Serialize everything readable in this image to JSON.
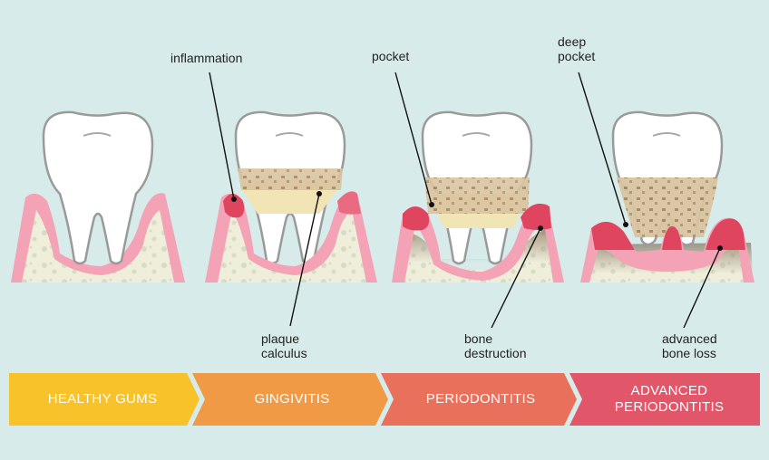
{
  "labels": {
    "inflammation": "inflammation",
    "plaque_calculus": "plaque\ncalculus",
    "pocket": "pocket",
    "bone_destruction": "bone\ndestruction",
    "deep_pocket": "deep\npocket",
    "advanced_bone_loss": "advanced\nbone loss"
  },
  "stages": [
    {
      "label": "HEALTHY GUMS",
      "color": "#f7c22a"
    },
    {
      "label": "GINGIVITIS",
      "color": "#f09a45"
    },
    {
      "label": "PERIODONTITIS",
      "color": "#e9705a"
    },
    {
      "label": "ADVANCED\nPERIODONTITIS",
      "color": "#e2566a"
    }
  ],
  "colors": {
    "background": "#d7ecea",
    "gum_pink": "#f4a3b6",
    "gum_inflamed": "#e04560",
    "bone": "#efeedb",
    "tooth": "#ffffff",
    "plaque": "#c9ab84",
    "calculus": "#f1e5b5"
  }
}
